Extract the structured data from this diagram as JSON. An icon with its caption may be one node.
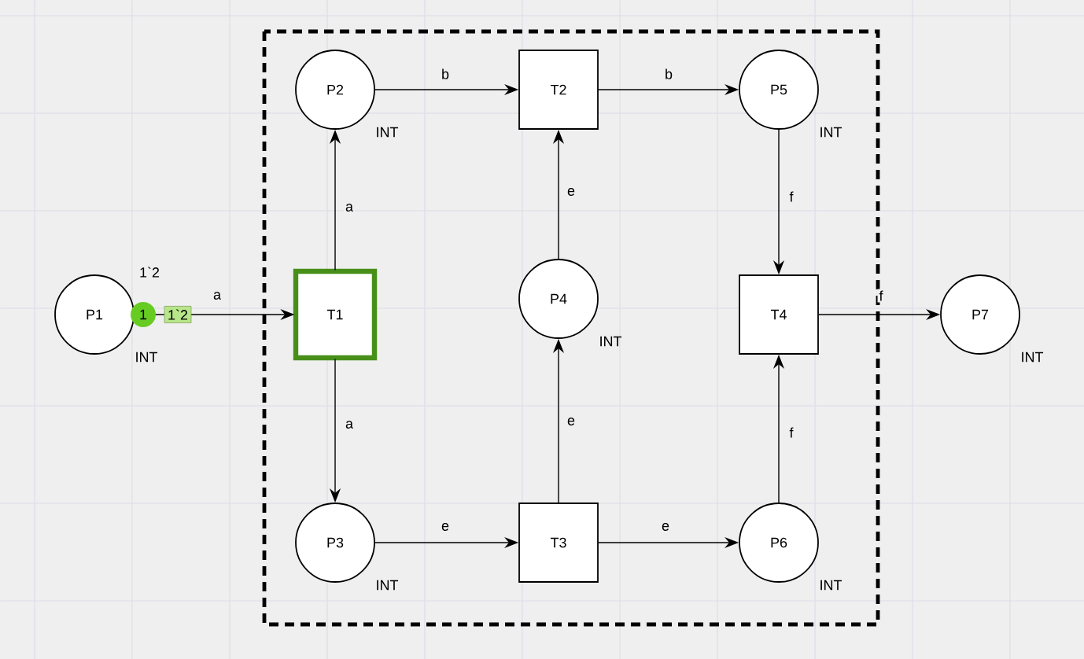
{
  "diagram": {
    "nodes": [
      {
        "text": [
          "P2"
        ],
        "beside": [
          "INT"
        ]
      },
      {
        "text": [
          "T2"
        ]
      },
      {
        "text": [
          "P5"
        ],
        "beside": [
          "INT"
        ]
      },
      {
        "text": [
          "P1"
        ],
        "beside": [
          "1`2",
          "INT"
        ]
      },
      {
        "text": [
          "T1"
        ]
      },
      {
        "text": [
          "P4"
        ],
        "beside": [
          "INT"
        ]
      },
      {
        "text": [
          "T4"
        ]
      },
      {
        "text": [
          "P7"
        ],
        "beside": [
          "INT"
        ]
      },
      {
        "text": [
          "P3"
        ],
        "beside": [
          "INT"
        ]
      },
      {
        "text": [
          "T3"
        ]
      },
      {
        "text": [
          "P6"
        ],
        "beside": [
          "INT"
        ]
      }
    ],
    "edges": [
      {
        "from": 3,
        "to": 4,
        "arrow": "to",
        "label": "a"
      },
      {
        "from": 4,
        "to": 0,
        "arrow": "to",
        "label": "a"
      },
      {
        "from": 4,
        "to": 8,
        "arrow": "to",
        "label": "a"
      },
      {
        "from": 0,
        "to": 1,
        "arrow": "to",
        "label": "b"
      },
      {
        "from": 1,
        "to": 2,
        "arrow": "to",
        "label": "b"
      },
      {
        "from": 5,
        "to": 1,
        "arrow": "to",
        "label": "e"
      },
      {
        "from": 9,
        "to": 5,
        "arrow": "to",
        "label": "e"
      },
      {
        "from": 8,
        "to": 9,
        "arrow": "to",
        "label": "e"
      },
      {
        "from": 9,
        "to": 10,
        "arrow": "to",
        "label": "e"
      },
      {
        "from": 2,
        "to": 6,
        "arrow": "to",
        "label": "f"
      },
      {
        "from": 10,
        "to": 6,
        "arrow": "to",
        "label": "f"
      },
      {
        "from": 6,
        "to": 7,
        "arrow": "to",
        "label": "f"
      }
    ],
    "labels": [
      "1",
      "1`2"
    ]
  }
}
